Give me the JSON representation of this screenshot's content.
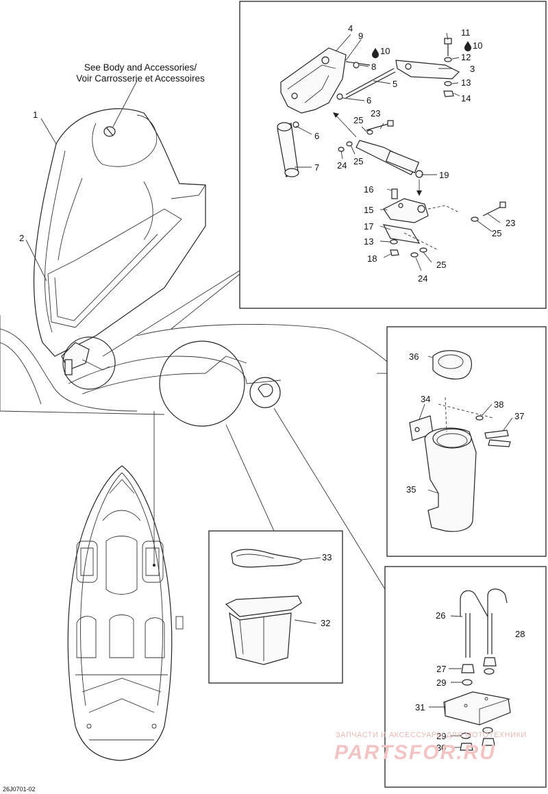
{
  "note": {
    "line1": "See Body and Accessories/",
    "line2": "Voir Carrosserie et Accessoires"
  },
  "drawing_code": "26J0701-02",
  "watermark": {
    "line1": "ЗАПЧАСТИ И АКСЕССУАРЫ ДЛЯ МОТОТЕХНИКИ",
    "line2": "PARTSFOR.RU"
  },
  "labels": {
    "p1": "1",
    "p2": "2",
    "p3": "3",
    "p4": "4",
    "p5": "5",
    "p6a": "6",
    "p6b": "6",
    "p7": "7",
    "p8": "8",
    "p9": "9",
    "p10a": "10",
    "p10b": "10",
    "p11": "11",
    "p12": "12",
    "p13a": "13",
    "p13b": "13",
    "p14": "14",
    "p15": "15",
    "p16": "16",
    "p17": "17",
    "p18": "18",
    "p19": "19",
    "p23a": "23",
    "p23b": "23",
    "p24a": "24",
    "p24b": "24",
    "p25a": "25",
    "p25b": "25",
    "p25c": "25",
    "p25d": "25",
    "p26": "26",
    "p27": "27",
    "p28": "28",
    "p29a": "29",
    "p29b": "29",
    "p30": "30",
    "p31": "31",
    "p32": "32",
    "p33": "33",
    "p34": "34",
    "p35": "35",
    "p36": "36",
    "p37": "37",
    "p38": "38"
  },
  "icons": [
    "oil-drop-icon"
  ]
}
